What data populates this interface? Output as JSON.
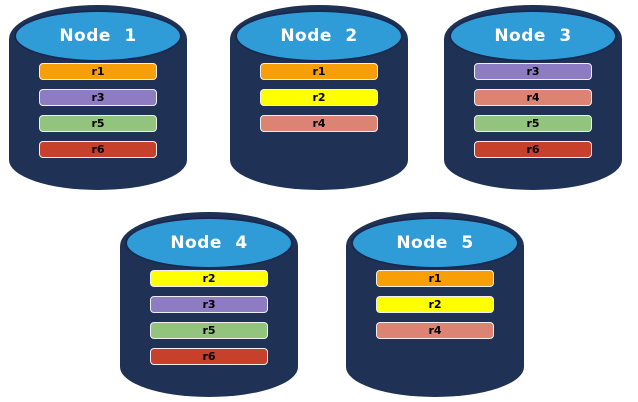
{
  "diagram": {
    "type": "database-replica-placement",
    "colors": {
      "background": "#FFFFFF",
      "cylinder_body": "#1F3255",
      "cylinder_top": "#2F9CD8",
      "cylinder_outline": "#17294E",
      "title_text": "#FFFFFF",
      "bar_text": "#000000",
      "bar_border": "#EFEFEF"
    },
    "replica_colors": {
      "r1": "#F89E06",
      "r2": "#FFFF00",
      "r3": "#8E7CC3",
      "r4": "#DD8373",
      "r5": "#93C47D",
      "r6": "#C6402B"
    },
    "nodes": [
      {
        "label": "Node 1",
        "replicas": [
          "r1",
          "r3",
          "r5",
          "r6"
        ]
      },
      {
        "label": "Node 2",
        "replicas": [
          "r1",
          "r2",
          "r4"
        ]
      },
      {
        "label": "Node 3",
        "replicas": [
          "r3",
          "r4",
          "r5",
          "r6"
        ]
      },
      {
        "label": "Node 4",
        "replicas": [
          "r2",
          "r3",
          "r5",
          "r6"
        ]
      },
      {
        "label": "Node 5",
        "replicas": [
          "r1",
          "r2",
          "r4"
        ]
      }
    ]
  }
}
